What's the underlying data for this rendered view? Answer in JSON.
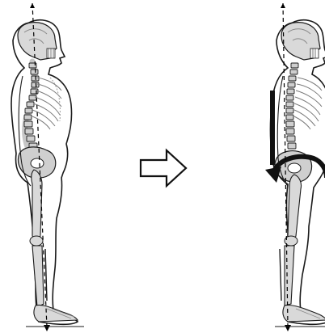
{
  "figure": {
    "panels": [
      {
        "id": "before",
        "description_name": "upright-posture-skeleton"
      },
      {
        "id": "after",
        "description_name": "pelvic-tilt-posture-skeleton"
      }
    ],
    "transition_icon": "right-hollow-arrow-icon",
    "rotation_indicator_icon": "curved-rotation-arrow-icon"
  },
  "colors": {
    "outline": "#1a1a1a",
    "bone_fill": "#d9d9d9",
    "bone_dark": "#9a9a9a",
    "plumb_line": "#000000",
    "background": "#ffffff",
    "emphasis": "#111111"
  }
}
